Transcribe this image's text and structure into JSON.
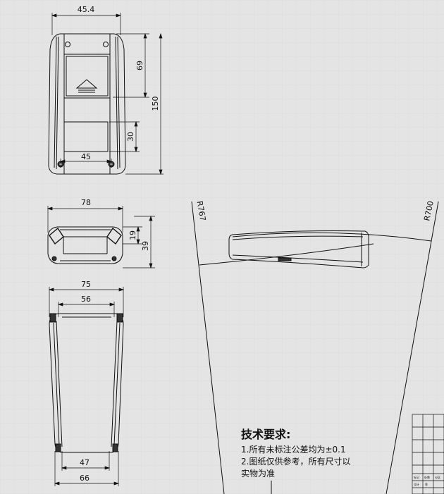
{
  "dimensions": {
    "top_view": {
      "width_top": "45.4",
      "height_upper": "69",
      "height_total": "150",
      "window_height": "30",
      "width_bottom": "45"
    },
    "end_view": {
      "width": "78",
      "height_inner": "19",
      "height_total": "39"
    },
    "bottom_view": {
      "width_outer": "75",
      "width_inner": "56",
      "width_bottom_inner": "47",
      "width_bottom_outer": "66"
    },
    "side_view": {
      "radius_left": "R767",
      "radius_right": "R700"
    }
  },
  "notes": {
    "title": "技术要求:",
    "line1": "1.所有未标注公差均为±0.1",
    "line2": "2.图纸仅供参考，所有尺寸以",
    "line3": "实物为准"
  },
  "title_block": {
    "cell_mark": "标记",
    "cell_count": "处数",
    "cell_zone": "分区",
    "cell_design": "设计",
    "cell_sign": "签"
  },
  "colors": {
    "background": "#e4e4e4",
    "line": "#111111",
    "grid": "#d6d6d6"
  }
}
